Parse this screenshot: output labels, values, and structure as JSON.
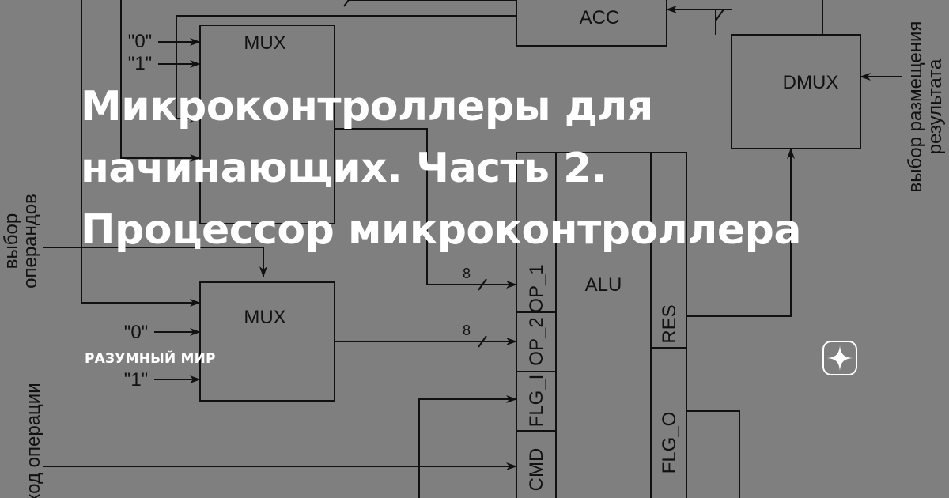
{
  "article": {
    "title_lines": [
      "Микроконтроллеры для",
      "начинающих. Часть 2.",
      "Процессор микроконтроллера"
    ],
    "channel_name": "РАЗУМНЫЙ МИР",
    "platform_icon": "zen-star-icon"
  },
  "diagram": {
    "acc": "ACC",
    "dmux": "DMUX",
    "mux1": "MUX",
    "mux2": "MUX",
    "alu": "ALU",
    "op1": "OP_1",
    "op2": "OP_2",
    "flg_i": "FLG_I",
    "cmd": "CMD",
    "res": "RES",
    "flg_o": "FLG_O",
    "zero": "\"0\"",
    "one": "\"1\"",
    "bus_width": "8",
    "operand_select": [
      "выбор",
      "операндов"
    ],
    "op_code": "код операции",
    "result_select": [
      "выбор размещения",
      "результата"
    ]
  },
  "colors": {
    "background": "#7f7f7f",
    "line": "#111111",
    "text": "#ffffff"
  }
}
